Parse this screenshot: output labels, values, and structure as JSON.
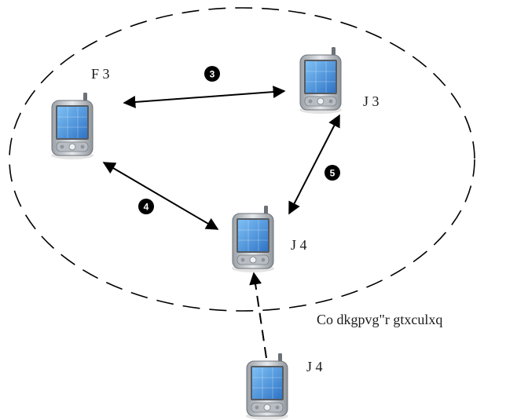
{
  "diagram": {
    "nodes": [
      {
        "id": "F3",
        "label": "F 3"
      },
      {
        "id": "J3",
        "label": "J 3"
      },
      {
        "id": "J4a",
        "label": "J 4"
      },
      {
        "id": "J4b",
        "label": "J 4"
      }
    ],
    "edges": [
      {
        "id": "e3",
        "badge": "3"
      },
      {
        "id": "e4",
        "badge": "4"
      },
      {
        "id": "e5",
        "badge": "5"
      }
    ],
    "region_caption": "Co dkgpvg\"r gtxculxq",
    "colors": {
      "line": "#000000",
      "phone_body": "#cfd4d8",
      "screen": "#4a90d9"
    }
  }
}
